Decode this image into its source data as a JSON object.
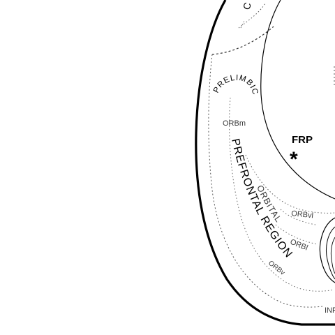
{
  "diagram": {
    "labels": {
      "cut_top": "C",
      "prelimbic": "PRELIMBIC",
      "orbm": "ORBm",
      "frp": "FRP",
      "asterisk": "*",
      "prefrontal_region": "PREFRONTAL REGION",
      "orbital": "ORBITAL",
      "orbvl": "ORBvl",
      "orbl": "ORBl",
      "orbv": "ORBv",
      "inf_cut": "INF"
    },
    "colors": {
      "outline": "#000000",
      "boundary": "#555555",
      "text": "#000000",
      "text_secondary": "#3a3a3a"
    }
  }
}
